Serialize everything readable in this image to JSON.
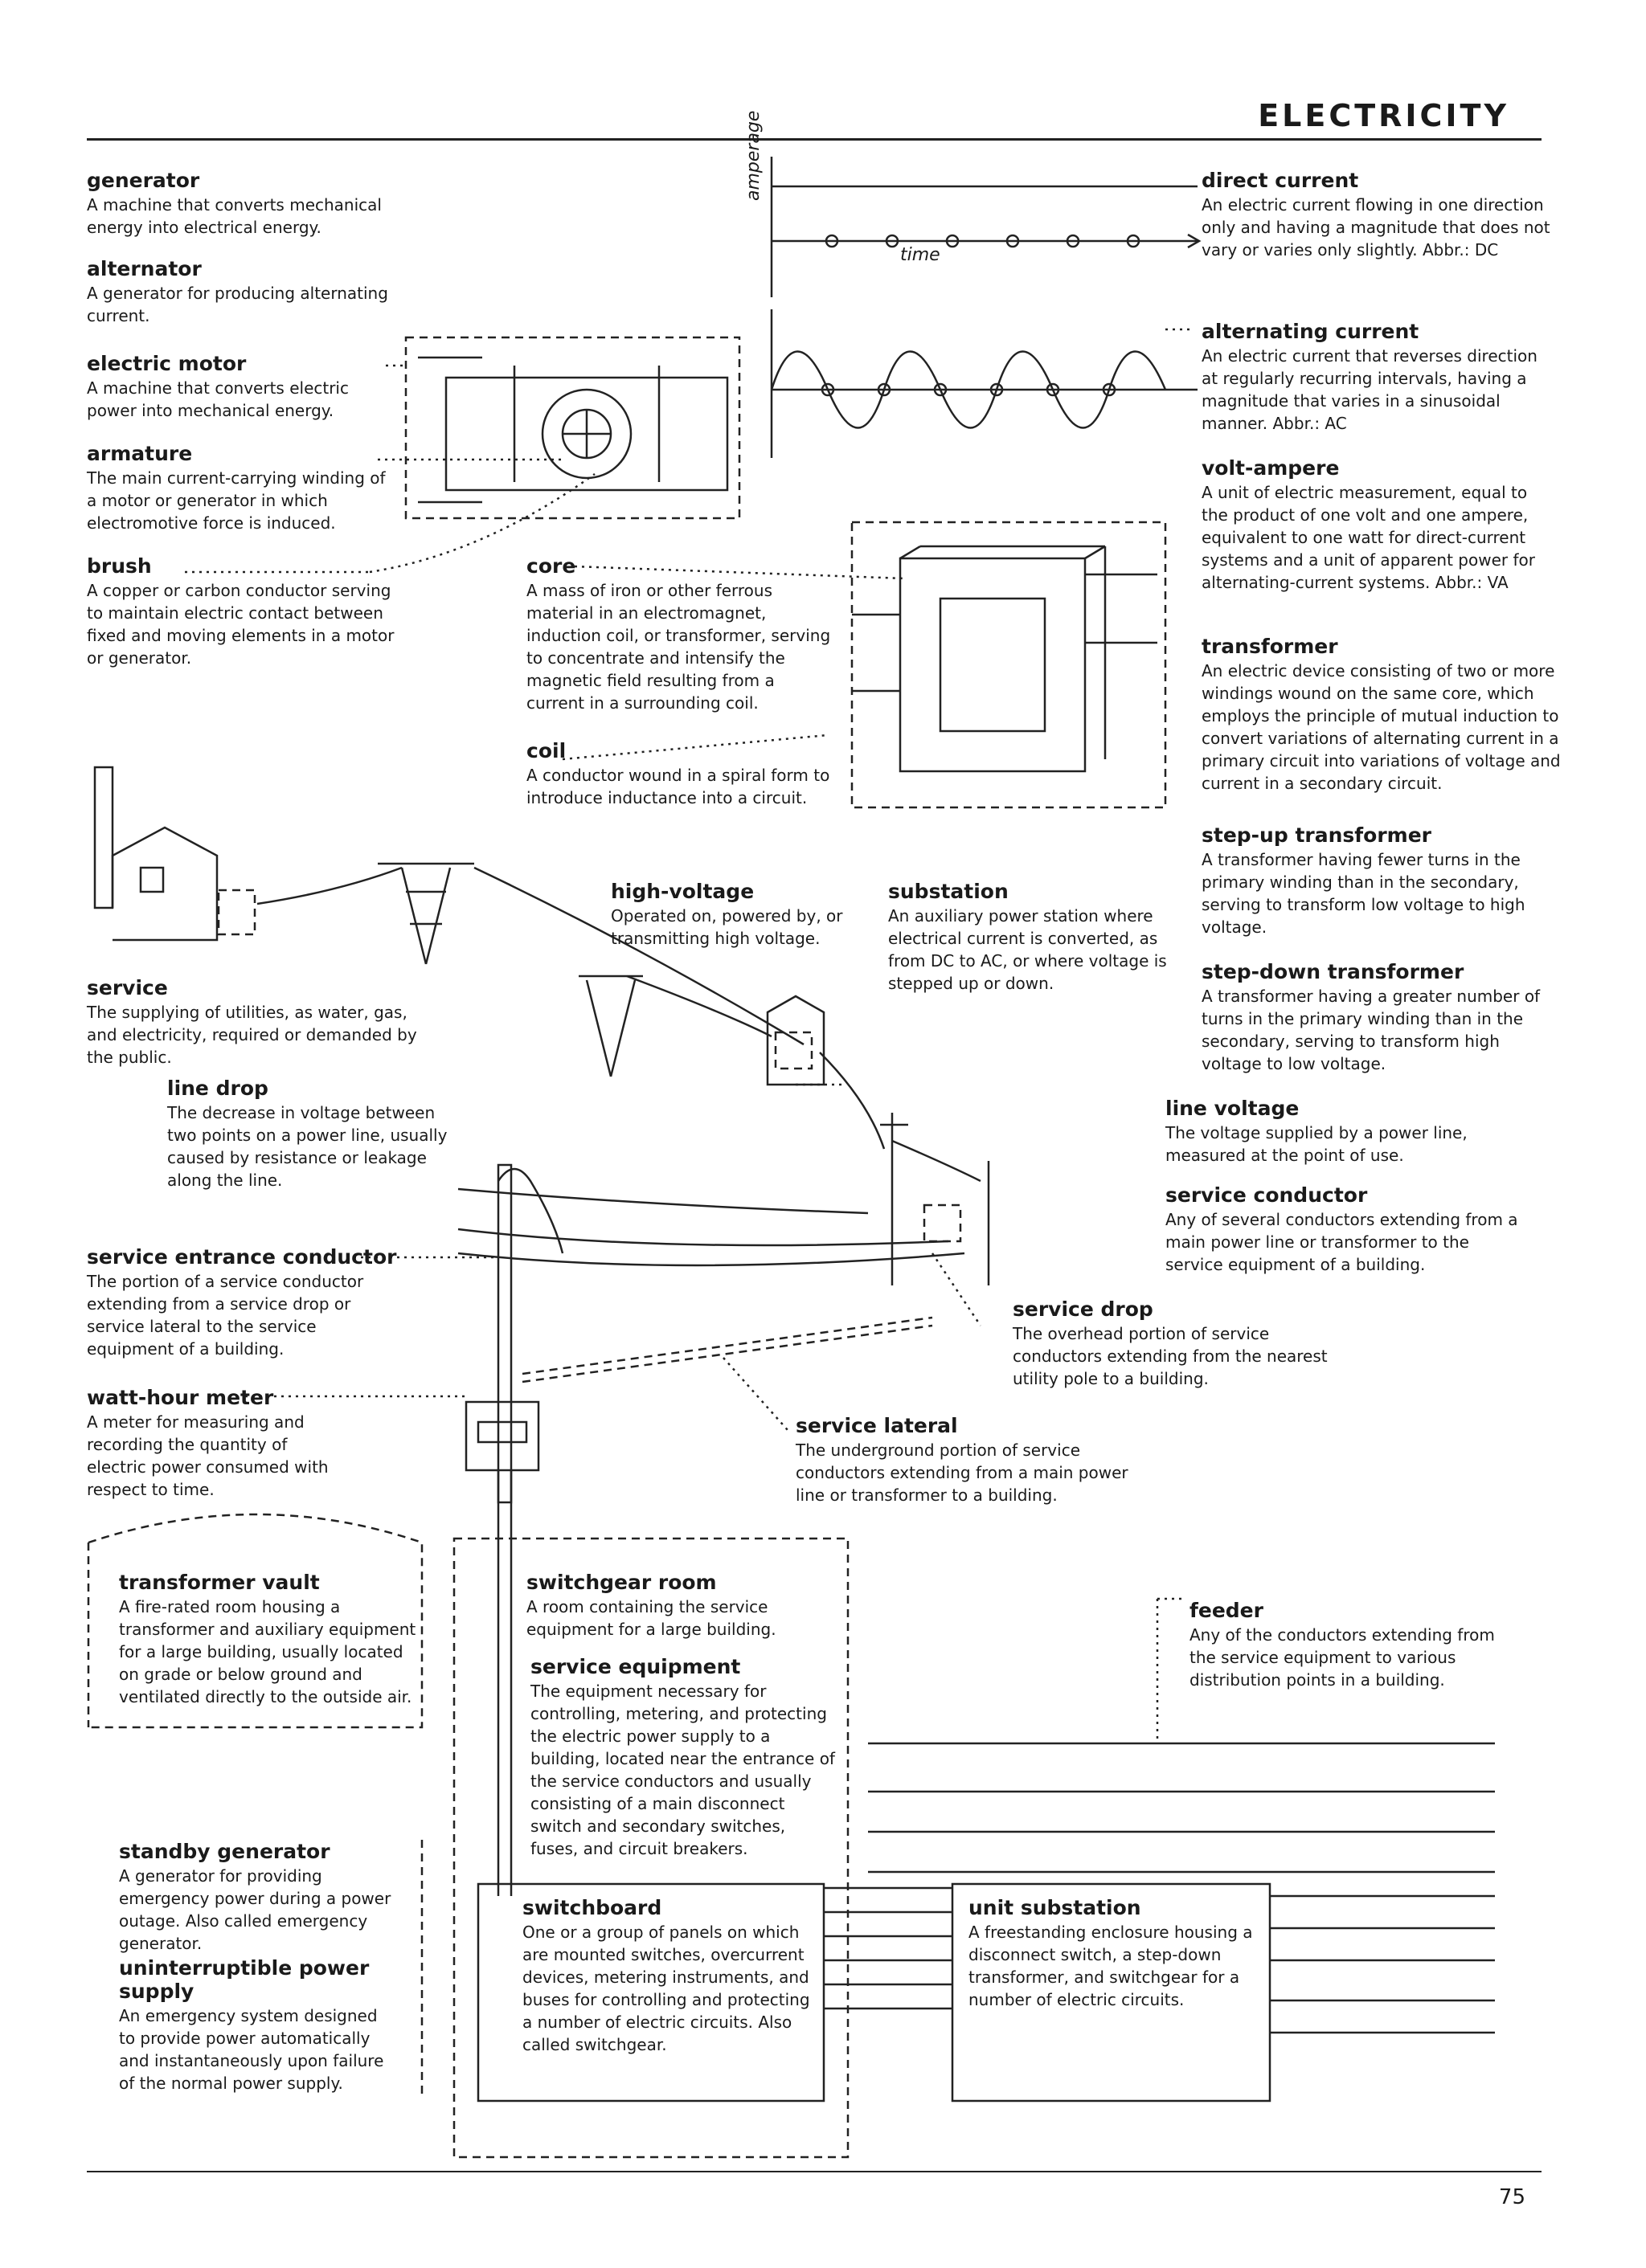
{
  "header": {
    "title": "ELECTRICITY"
  },
  "page_number": "75",
  "axis": {
    "y": "amperage",
    "x": "time"
  },
  "terms": {
    "generator": {
      "t": "generator",
      "d": "A machine that converts mechanical energy into electrical energy."
    },
    "alternator": {
      "t": "alternator",
      "d": "A generator for producing alternating current."
    },
    "electric_motor": {
      "t": "electric motor",
      "d": "A machine that converts electric power into mechanical energy."
    },
    "armature": {
      "t": "armature",
      "d": "The main current-carrying winding of a motor or generator in which electromotive force is induced."
    },
    "brush": {
      "t": "brush",
      "d": "A copper or carbon conductor serving to maintain electric contact between fixed and moving elements in a motor or generator."
    },
    "core": {
      "t": "core",
      "d": "A mass of iron or other ferrous material in an electromagnet, induction coil, or transformer, serving to concentrate and intensify the magnetic field resulting from a current in a surrounding coil."
    },
    "coil": {
      "t": "coil",
      "d": "A conductor wound in a spiral form to introduce inductance into a circuit."
    },
    "direct_current": {
      "t": "direct current",
      "d": "An electric current flowing in one direction only and having a magnitude that does not vary or varies only slightly. Abbr.: DC"
    },
    "alternating_current": {
      "t": "alternating current",
      "d": "An electric current that reverses direction at regularly recurring intervals, having a magnitude that varies in a sinusoidal manner. Abbr.: AC"
    },
    "volt_ampere": {
      "t": "volt-ampere",
      "d": "A unit of electric measurement, equal to the product of one volt and one ampere, equivalent to one watt for direct-current systems and a unit of apparent power for alternating-current systems. Abbr.: VA"
    },
    "transformer": {
      "t": "transformer",
      "d": "An electric device consisting of two or more windings wound on the same core, which employs the principle of mutual induction to convert variations of alternating current in a primary circuit into variations of voltage and current in a secondary circuit."
    },
    "step_up": {
      "t": "step-up transformer",
      "d": "A transformer having fewer turns in the primary winding than in the secondary, serving to transform low voltage to high voltage."
    },
    "step_down": {
      "t": "step-down transformer",
      "d": "A transformer having a greater number of turns in the primary winding than in the secondary, serving to transform high voltage to low voltage."
    },
    "high_voltage": {
      "t": "high-voltage",
      "d": "Operated on, powered by, or transmitting high voltage."
    },
    "substation": {
      "t": "substation",
      "d": "An auxiliary power station where electrical current is converted, as from DC to AC, or where voltage is stepped up or down."
    },
    "service": {
      "t": "service",
      "d": "The supplying of utilities, as water, gas, and electricity, required or demanded by the public."
    },
    "line_drop": {
      "t": "line drop",
      "d": "The decrease in voltage between two points on a power line, usually caused by resistance or leakage along the line."
    },
    "line_voltage": {
      "t": "line voltage",
      "d": "The voltage supplied by a power line, measured at the point of use."
    },
    "service_conductor": {
      "t": "service conductor",
      "d": "Any of several conductors extending from a main power line or transformer to the service equipment of a building."
    },
    "service_entrance": {
      "t": "service entrance conductor",
      "d": "The portion of a service conductor extending from a service drop or service lateral to the service equipment of a building."
    },
    "service_drop": {
      "t": "service drop",
      "d": "The overhead portion of service conductors extending from the nearest utility pole to a building."
    },
    "watt_hour": {
      "t": "watt-hour meter",
      "d": "A meter for measuring and recording the quantity of electric power consumed with respect to time."
    },
    "service_lateral": {
      "t": "service lateral",
      "d": "The underground portion of service conductors extending from a main power line or transformer to a building."
    },
    "transformer_vault": {
      "t": "transformer vault",
      "d": "A fire-rated room housing a transformer and auxiliary equipment for a large building, usually located on grade or below ground and ventilated directly to the outside air."
    },
    "switchgear_room": {
      "t": "switchgear room",
      "d": "A room containing the service equipment for a large building."
    },
    "service_equipment": {
      "t": "service equipment",
      "d": "The equipment necessary for controlling, metering, and protecting the electric power supply to a building, located near the entrance of the service conductors and usually consisting of a main disconnect switch and secondary switches, fuses, and circuit breakers."
    },
    "feeder": {
      "t": "feeder",
      "d": "Any of the conductors extending from the service equipment to various distribution points in a building."
    },
    "standby_generator": {
      "t": "standby generator",
      "d": "A generator for providing emergency power during a power outage. Also called emergency generator."
    },
    "ups": {
      "t": "uninterruptible power supply",
      "d": "An emergency system designed to provide power automatically and instantaneously upon failure of the normal power supply."
    },
    "switchboard": {
      "t": "switchboard",
      "d": "One or a group of panels on which are mounted switches, overcurrent devices, metering instruments, and buses for controlling and protecting a number of electric circuits. Also called switchgear."
    },
    "unit_substation": {
      "t": "unit substation",
      "d": "A freestanding enclosure housing a disconnect switch, a step-down transformer, and switchgear for a number of electric circuits."
    }
  }
}
